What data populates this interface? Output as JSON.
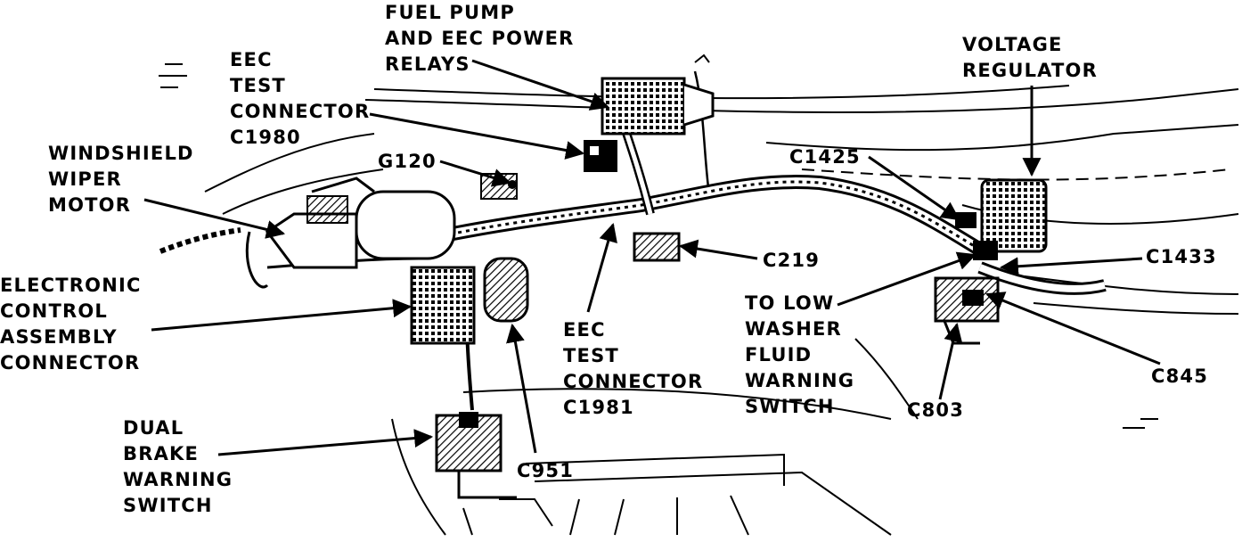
{
  "labels": {
    "fuel_pump_relays": [
      "FUEL PUMP",
      "AND EEC POWER",
      "RELAYS"
    ],
    "eec_test_connector_c1980": [
      "EEC",
      "TEST",
      "CONNECTOR",
      "C1980"
    ],
    "voltage_regulator": [
      "VOLTAGE",
      "REGULATOR"
    ],
    "windshield_wiper_motor": [
      "WINDSHIELD",
      "WIPER",
      "MOTOR"
    ],
    "g120": "G120",
    "c1425": "C1425",
    "c219": "C219",
    "c1433": "C1433",
    "electronic_control_assembly_connector": [
      "ELECTRONIC",
      "CONTROL",
      "ASSEMBLY",
      "CONNECTOR"
    ],
    "eec_test_connector_c1981": [
      "EEC",
      "TEST",
      "CONNECTOR",
      "C1981"
    ],
    "low_washer_fluid_switch": [
      "TO LOW",
      "WASHER",
      "FLUID",
      "WARNING",
      "SWITCH"
    ],
    "c845": "C845",
    "c803": "C803",
    "dual_brake_warning_switch": [
      "DUAL",
      "BRAKE",
      "WARNING",
      "SWITCH"
    ],
    "c951": "C951"
  },
  "colors": {
    "ink": "#000000",
    "paper": "#ffffff"
  }
}
